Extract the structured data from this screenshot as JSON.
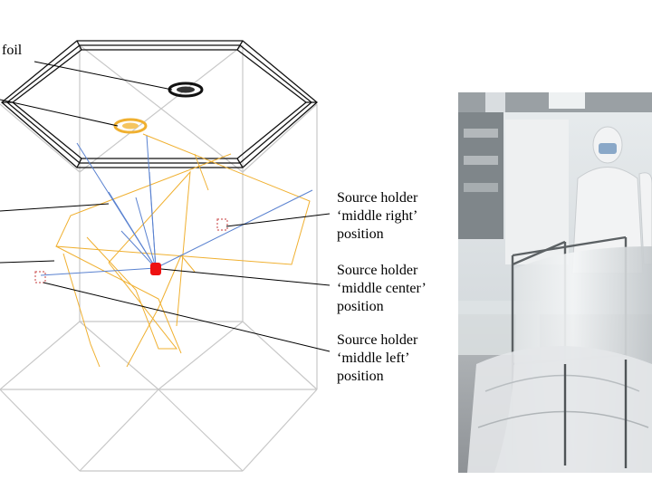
{
  "labels": {
    "foil": "foil",
    "middle_right": [
      "Source holder",
      "‘middle right’",
      "position"
    ],
    "middle_center": [
      "Source holder",
      "‘middle center’",
      "position"
    ],
    "middle_left": [
      "Source holder",
      "‘middle left’",
      "position"
    ]
  },
  "colors": {
    "frame": "#c8c8c8",
    "hexagon": "#111111",
    "orange_track": "#f0b030",
    "blue_track": "#5a82d0",
    "source_center": "#ee1111",
    "source_marker": "#d06060"
  },
  "photo": {
    "description_icon": "photo-cleanroom-hexagonal-frame"
  }
}
